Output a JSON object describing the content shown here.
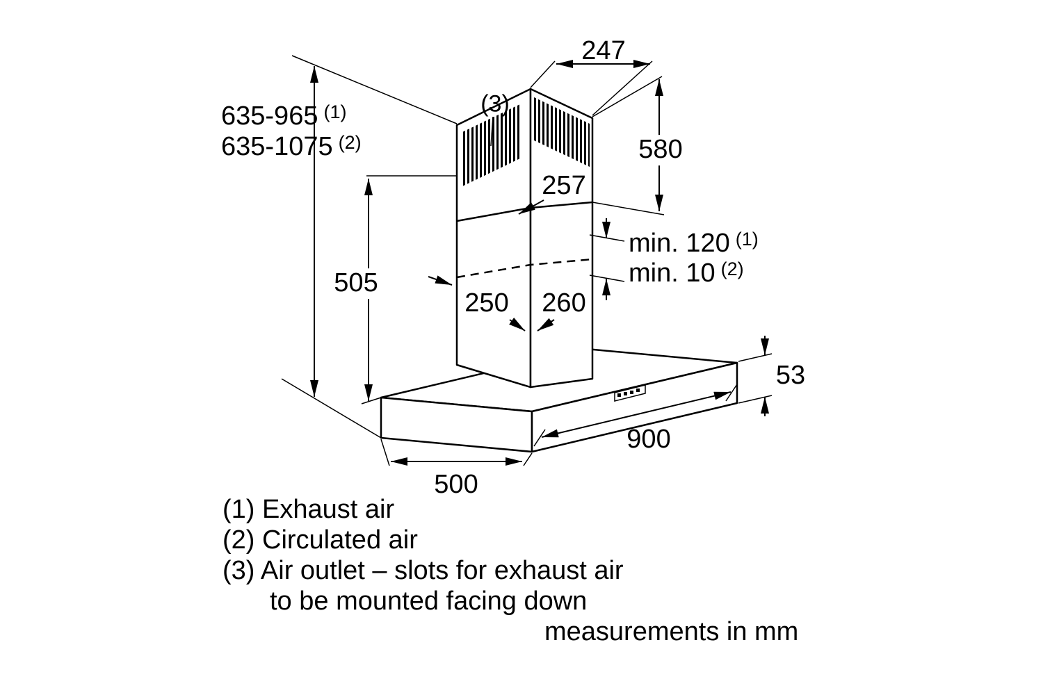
{
  "dimensions": {
    "total_height_exhaust": {
      "value": "635-965",
      "ref": "(1)"
    },
    "total_height_recirc": {
      "value": "635-1075",
      "ref": "(2)"
    },
    "top_depth": "247",
    "upper_section_height": "580",
    "upper_section_width": "257",
    "chimney_height": "505",
    "min_clearance_exhaust": {
      "value": "min. 120",
      "ref": "(1)"
    },
    "min_clearance_recirc": {
      "value": "min. 10",
      "ref": "(2)"
    },
    "lower_section_width": "250",
    "lower_section_depth": "260",
    "canopy_thickness": "53",
    "canopy_width": "900",
    "canopy_depth": "500"
  },
  "callouts": {
    "air_outlet_ref": "(3)"
  },
  "legend": [
    "(1) Exhaust air",
    "(2) Circulated air",
    "(3) Air outlet – slots for exhaust air",
    "to be mounted facing down"
  ],
  "note": "measurements in mm"
}
